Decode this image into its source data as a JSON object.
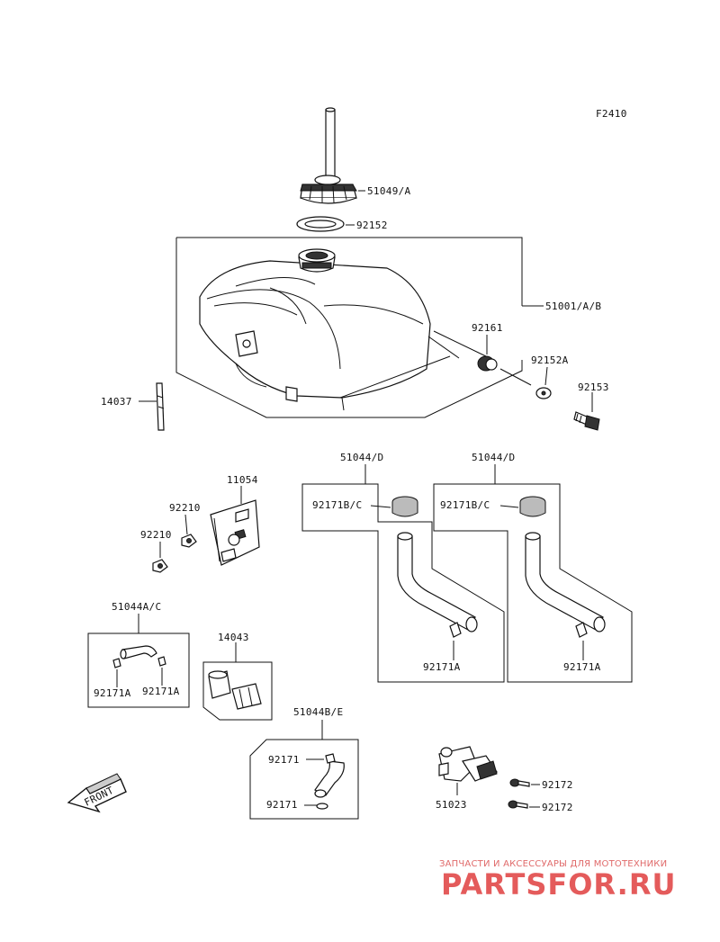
{
  "figure_code": "F2410",
  "labels": {
    "cap": "51049/A",
    "gasket": "92152",
    "tank": "51001/A/B",
    "grommet": "92161",
    "washer": "92152A",
    "bolt": "92153",
    "strip": "14037",
    "bracket": "11054",
    "nut_upper": "92210",
    "nut_lower": "92210",
    "hose_group_1": "51044/D",
    "clamp_bc_1": "92171B/C",
    "clamp_a_1": "92171A",
    "hose_group_2": "51044/D",
    "clamp_bc_2": "92171B/C",
    "clamp_a_2": "92171A",
    "hose_small_group": "51044A/C",
    "clamp_small_left": "92171A",
    "clamp_small_right": "92171A",
    "filter": "14043",
    "hose_be_group": "51044B/E",
    "clamp_be_top": "92171",
    "clamp_be_bottom": "92171",
    "cock": "51023",
    "screw_upper": "92172",
    "screw_lower": "92172",
    "front_arrow": "FRONT"
  },
  "watermark": {
    "caption": "ЗАПЧАСТИ И АКСЕССУАРЫ ДЛЯ МОТОТЕХНИКИ",
    "brand": "PARTSFOR.RU",
    "color": "#e45b5b"
  }
}
